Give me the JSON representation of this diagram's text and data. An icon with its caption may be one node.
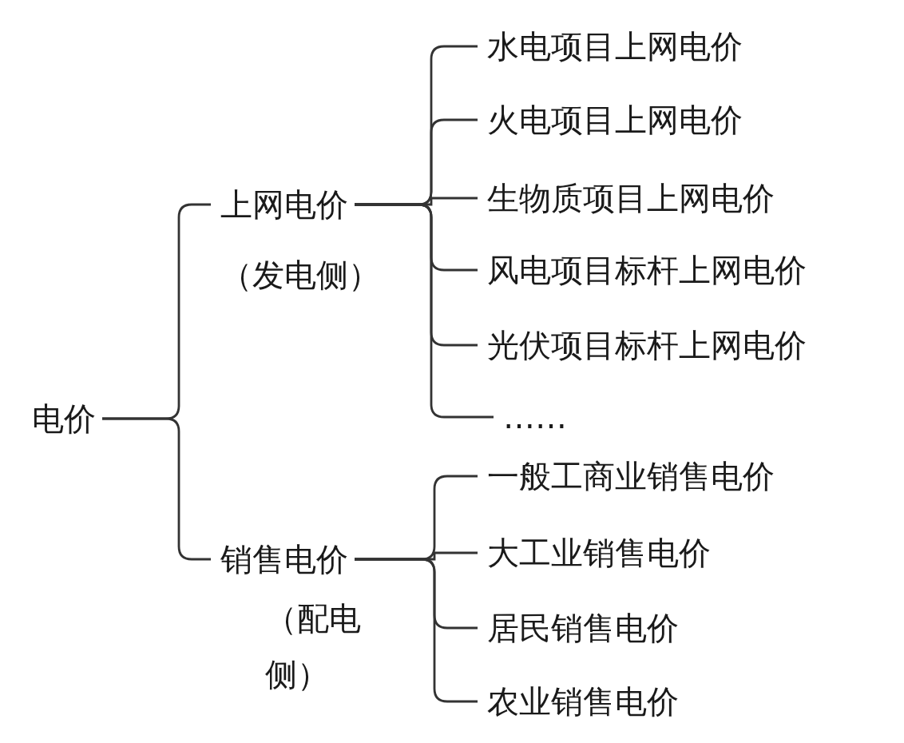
{
  "diagram": {
    "nodes": [
      {
        "text": [
          "电价"
        ]
      },
      {
        "text": [
          "上网电价",
          "（发电侧）"
        ]
      },
      {
        "text": [
          "销售电价",
          "（配电侧）"
        ]
      },
      {
        "text": [
          "水电项目上网电价"
        ]
      },
      {
        "text": [
          "火电项目上网电价"
        ]
      },
      {
        "text": [
          "生物质项目上网电价"
        ]
      },
      {
        "text": [
          "风电项目标杆上网电价"
        ]
      },
      {
        "text": [
          "光伏项目标杆上网电价"
        ]
      },
      {
        "text": [
          "……"
        ]
      },
      {
        "text": [
          "一般工商业销售电价"
        ]
      },
      {
        "text": [
          "大工业销售电价"
        ]
      },
      {
        "text": [
          "居民销售电价"
        ]
      },
      {
        "text": [
          "农业销售电价"
        ]
      }
    ],
    "edges": [
      {
        "from": 0,
        "to": 1,
        "arrow": "none"
      },
      {
        "from": 0,
        "to": 2,
        "arrow": "none"
      },
      {
        "from": 1,
        "to": 3,
        "arrow": "none"
      },
      {
        "from": 1,
        "to": 4,
        "arrow": "none"
      },
      {
        "from": 1,
        "to": 5,
        "arrow": "none"
      },
      {
        "from": 1,
        "to": 6,
        "arrow": "none"
      },
      {
        "from": 1,
        "to": 7,
        "arrow": "none"
      },
      {
        "from": 1,
        "to": 8,
        "arrow": "none"
      },
      {
        "from": 2,
        "to": 9,
        "arrow": "none"
      },
      {
        "from": 2,
        "to": 10,
        "arrow": "none"
      },
      {
        "from": 2,
        "to": 11,
        "arrow": "none"
      },
      {
        "from": 2,
        "to": 12,
        "arrow": "none"
      }
    ]
  }
}
